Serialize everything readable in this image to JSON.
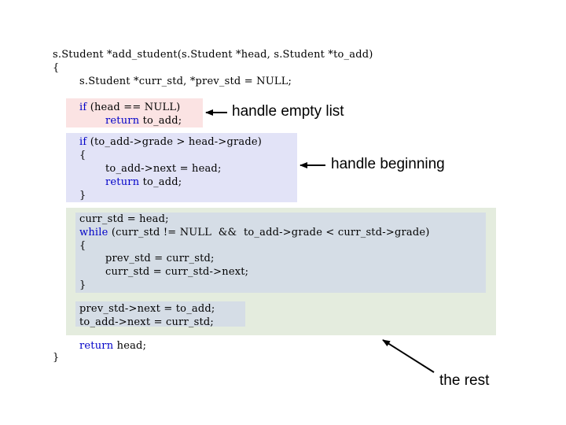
{
  "colors": {
    "empty_list_box": "#fbe3e3",
    "beginning_box": "#e2e3f7",
    "rest_box": "#e4ecde",
    "loop_box": "#d5dde6",
    "link_box": "#d5dde6",
    "keyword": "#0000c8"
  },
  "code": {
    "signature": "s.Student *add_student(s.Student *head, s.Student *to_add)",
    "open_brace": "{",
    "decl": "s.Student *curr_std, *prev_std = NULL;",
    "empty_if": "if",
    "empty_if_rest": " (head == NULL)",
    "empty_return": "return",
    "empty_return_rest": " to_add;",
    "begin_if": "if",
    "begin_if_rest": " (to_add->grade > head->grade)",
    "begin_open": "{",
    "begin_assign": "to_add->next = head;",
    "begin_return": "return",
    "begin_return_rest": " to_add;",
    "begin_close": "}",
    "rest_init": "curr_std = head;",
    "rest_while": "while",
    "rest_while_rest": " (curr_std != NULL  &&  to_add->grade < curr_std->grade)",
    "rest_open": "{",
    "rest_prev": "prev_std = curr_std;",
    "rest_curr": "curr_std = curr_std->next;",
    "rest_close": "}",
    "link_prev": "prev_std->next = to_add;",
    "link_next": "to_add->next = curr_std;",
    "final_return": "return",
    "final_return_rest": " head;",
    "close_brace": "}"
  },
  "annotations": {
    "empty": "handle empty list",
    "beginning": "handle beginning",
    "rest": "the rest"
  }
}
